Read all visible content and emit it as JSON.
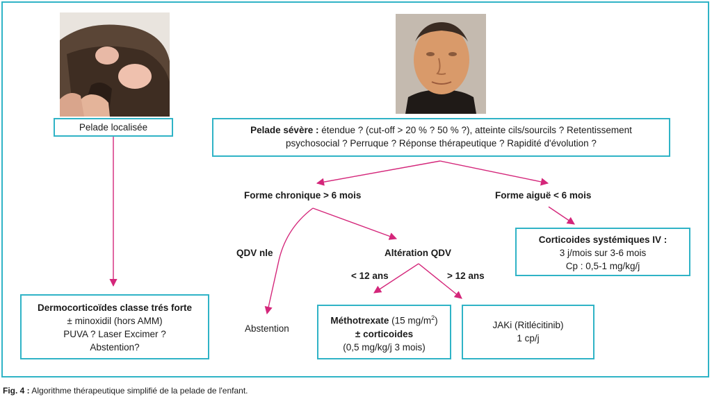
{
  "colors": {
    "frame": "#2fb3c6",
    "arrow": "#d4267a"
  },
  "nodes": {
    "localized": "Pelade localisée",
    "severe_title": "Pelade sévère :",
    "severe_line1": "étendue ? (cut-off > 20 % ? 50 % ?), atteinte cils/sourcils ? Retentissement",
    "severe_line2": "psychosocial ? Perruque ? Réponse thérapeutique ? Rapidité d'évolution ?",
    "chronic": "Forme chronique > 6 mois",
    "acute": "Forme aiguë < 6 mois",
    "qdv_normal": "QDV nle",
    "qdv_altered": "Altération QDV",
    "under12": "< 12 ans",
    "over12": "> 12 ans",
    "abstention": "Abstention",
    "dermo_title": "Dermocorticoïdes classe trés forte",
    "dermo_line1": "± minoxidil (hors AMM)",
    "dermo_line2": "PUVA ? Laser Excimer ?",
    "dermo_line3": "Abstention?",
    "cortico_title": "Corticoides systémiques IV :",
    "cortico_line1": "3 j/mois sur 3-6 mois",
    "cortico_line2": "Cp : 0,5-1 mg/kg/j",
    "mtx_title": "Méthotrexate",
    "mtx_dose": "(15 mg/m",
    "mtx_sup": "2",
    "mtx_close": ")",
    "mtx_line2": "± corticoides",
    "mtx_line3": "(0,5 mg/kg/j 3 mois)",
    "jaki_line1": "JAKi (Ritlécitinib)",
    "jaki_line2": "1 cp/j"
  },
  "caption": {
    "label": "Fig. 4 :",
    "text": " Algorithme thérapeutique simplifié de la pelade de l'enfant."
  }
}
